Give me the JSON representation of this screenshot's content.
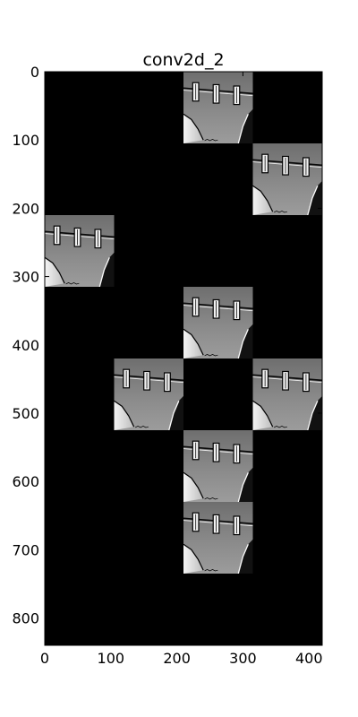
{
  "chart_data": {
    "type": "heatmap",
    "title": "conv2d_2",
    "xlim": [
      0,
      420
    ],
    "ylim": [
      0,
      840
    ],
    "y_inverted": true,
    "xticks": [
      0,
      100,
      200,
      300,
      400
    ],
    "yticks": [
      0,
      100,
      200,
      300,
      400,
      500,
      600,
      700,
      800
    ],
    "background_color": "#000000",
    "tile_size": [
      105,
      105
    ],
    "colormap": "gray",
    "grid": false,
    "tiles": [
      {
        "x": 210,
        "y": 0,
        "w": 105,
        "h": 105
      },
      {
        "x": 315,
        "y": 105,
        "w": 105,
        "h": 105
      },
      {
        "x": 0,
        "y": 210,
        "w": 105,
        "h": 105
      },
      {
        "x": 210,
        "y": 315,
        "w": 105,
        "h": 105
      },
      {
        "x": 105,
        "y": 420,
        "w": 105,
        "h": 105
      },
      {
        "x": 315,
        "y": 420,
        "w": 105,
        "h": 105
      },
      {
        "x": 210,
        "y": 525,
        "w": 105,
        "h": 105
      },
      {
        "x": 210,
        "y": 630,
        "w": 105,
        "h": 105
      }
    ]
  }
}
